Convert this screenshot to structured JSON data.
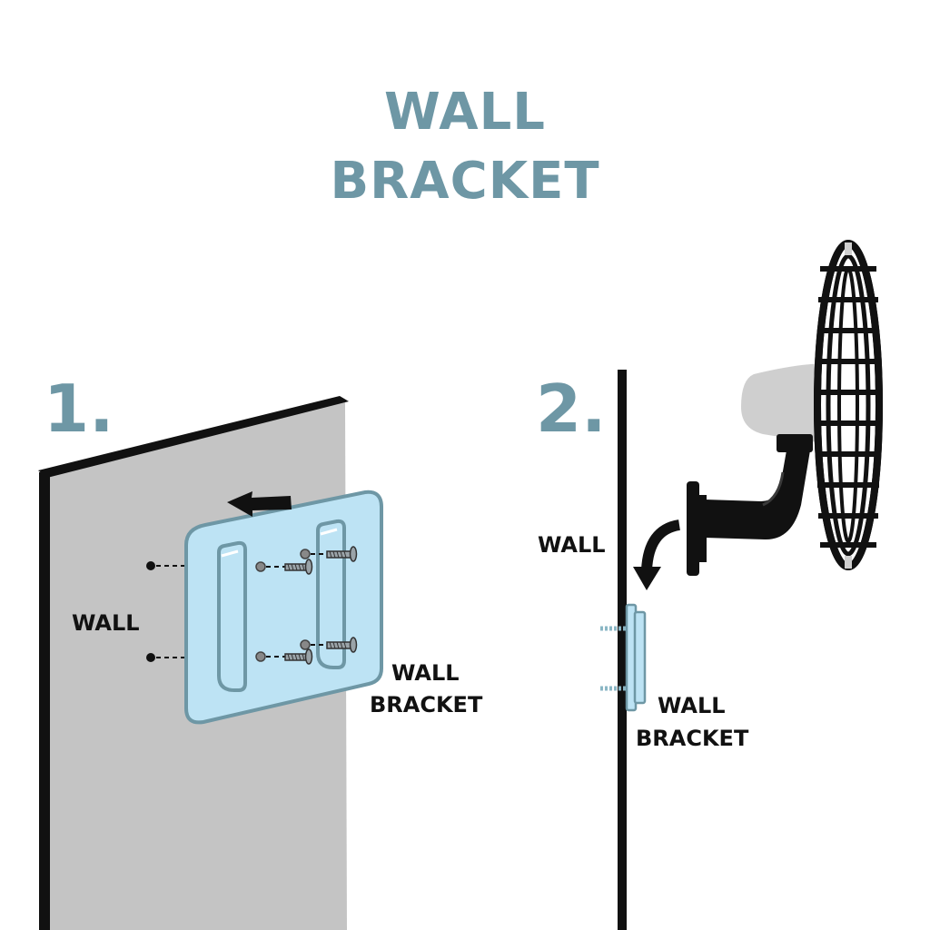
{
  "title": {
    "line1": "WALL",
    "line2": "BRACKET"
  },
  "steps": [
    {
      "number": "1.",
      "wall_label": "WALL",
      "bracket_label_1": "WALL",
      "bracket_label_2": "BRACKET"
    },
    {
      "number": "2.",
      "wall_label": "WALL",
      "bracket_label_1": "WALL",
      "bracket_label_2": "BRACKET"
    }
  ],
  "colors": {
    "title": "#6e97a5",
    "wall_gray": "#c4c4c4",
    "bracket_fill": "#bde3f4",
    "bracket_stroke": "#6e97a5",
    "ink": "#111111",
    "fan_gray": "#cfcfcf"
  },
  "icons": [
    "arrow-left-icon",
    "curved-arrow-down-icon",
    "screw-icon",
    "wall-fan-icon"
  ]
}
